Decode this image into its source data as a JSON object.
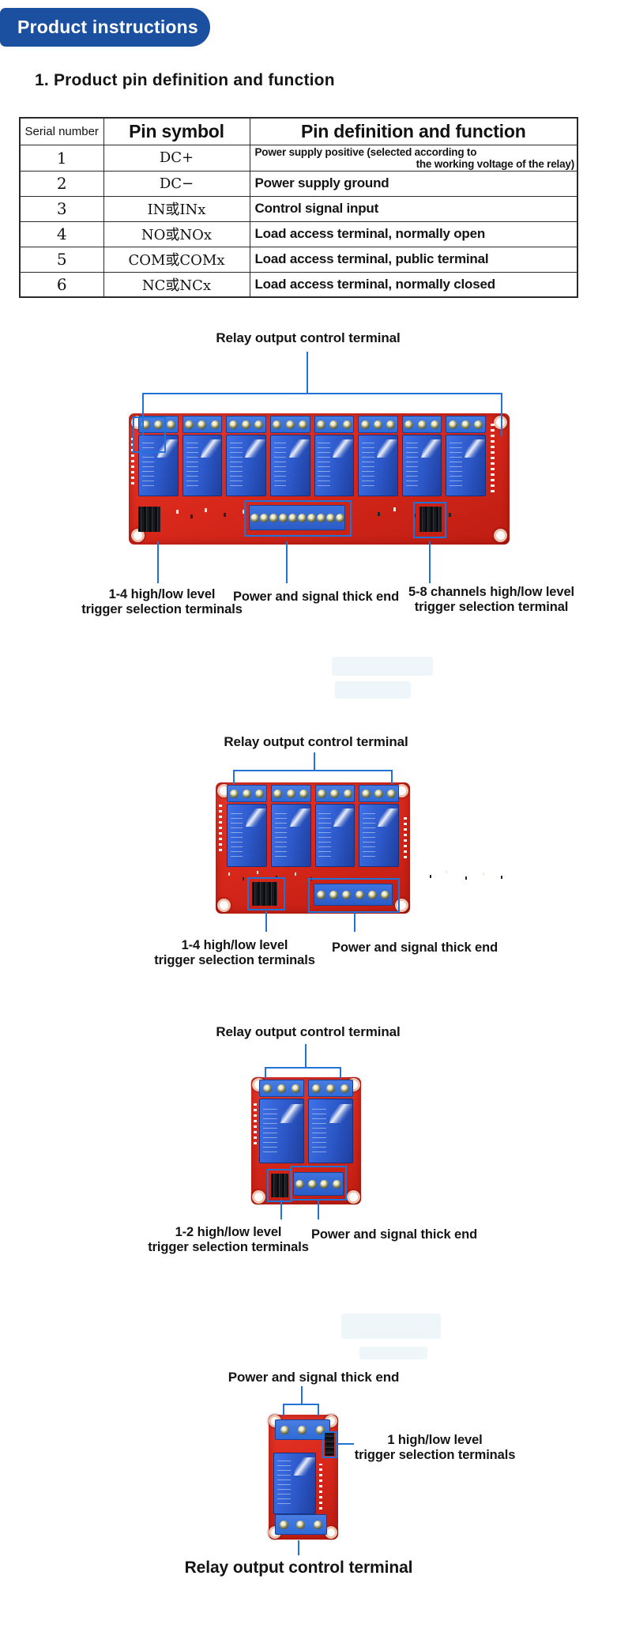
{
  "colors": {
    "accent": "#2273d8",
    "banner": "#1b4fa0",
    "pcb": "#d8281b",
    "relay": "#2c58c8",
    "terminal": "#2e6bd6"
  },
  "banner": {
    "title": "Product instructions"
  },
  "heading": "1.  Product pin definition and function",
  "table": {
    "headers": [
      "Serial number",
      "Pin symbol",
      "Pin definition and function"
    ],
    "rows": [
      {
        "serial": "1",
        "symbol": "DC+",
        "definition": "Power supply positive  (selected according to",
        "definition2": "the working voltage of the relay)"
      },
      {
        "serial": "2",
        "symbol": "DC−",
        "definition": "Power supply ground"
      },
      {
        "serial": "3",
        "symbol": "IN或INx",
        "definition": "Control signal input"
      },
      {
        "serial": "4",
        "symbol": "NO或NOx",
        "definition": "Load access terminal, normally open"
      },
      {
        "serial": "5",
        "symbol": "COM或COMx",
        "definition": "Load access terminal, public terminal"
      },
      {
        "serial": "6",
        "symbol": "NC或NCx",
        "definition": "Load access terminal, normally closed"
      }
    ]
  },
  "modules": [
    {
      "name": "8-channel relay module",
      "channels": 8,
      "labels": {
        "top": "Relay output control terminal",
        "left": "1-4 high/low level\ntrigger  selection terminals",
        "center": "Power and signal thick end",
        "right": "5-8 channels high/low level\ntrigger selection terminal"
      }
    },
    {
      "name": "4-channel relay module",
      "channels": 4,
      "labels": {
        "top": "Relay output control terminal",
        "left": "1-4 high/low level\ntrigger  selection terminals",
        "right": "Power and signal thick end"
      }
    },
    {
      "name": "2-channel relay module",
      "channels": 2,
      "labels": {
        "top": "Relay output control terminal",
        "left": "1-2 high/low level\ntrigger  selection terminals",
        "right": "Power and signal thick end"
      }
    },
    {
      "name": "1-channel relay module",
      "channels": 1,
      "labels": {
        "top": "Power and signal thick end",
        "right": "1 high/low level\ntrigger  selection terminals",
        "bottom": "Relay output control terminal"
      }
    }
  ]
}
